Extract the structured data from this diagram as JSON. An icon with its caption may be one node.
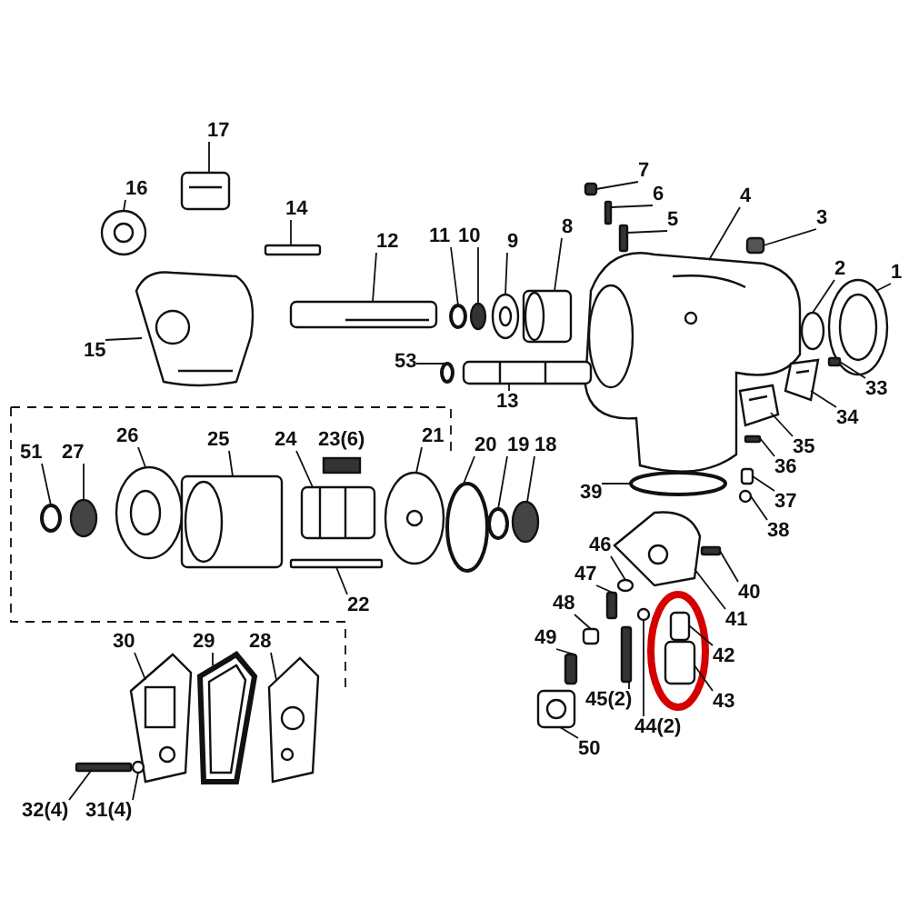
{
  "diagram": {
    "nodes": [
      {
        "text": [
          "17"
        ]
      },
      {
        "text": [
          "16"
        ]
      },
      {
        "text": [
          "14"
        ]
      },
      {
        "text": [
          "12"
        ]
      },
      {
        "text": [
          "11"
        ]
      },
      {
        "text": [
          "10"
        ]
      },
      {
        "text": [
          "9"
        ]
      },
      {
        "text": [
          "8"
        ]
      },
      {
        "text": [
          "7"
        ]
      },
      {
        "text": [
          "6"
        ]
      },
      {
        "text": [
          "5"
        ]
      },
      {
        "text": [
          "4"
        ]
      },
      {
        "text": [
          "3"
        ]
      },
      {
        "text": [
          "2"
        ]
      },
      {
        "text": [
          "1"
        ]
      },
      {
        "text": [
          "15"
        ]
      },
      {
        "text": [
          "33"
        ]
      },
      {
        "text": [
          "34"
        ]
      },
      {
        "text": [
          "53"
        ]
      },
      {
        "text": [
          "13"
        ]
      },
      {
        "text": [
          "35"
        ]
      },
      {
        "text": [
          "36"
        ]
      },
      {
        "text": [
          "51"
        ]
      },
      {
        "text": [
          "27"
        ]
      },
      {
        "text": [
          "26"
        ]
      },
      {
        "text": [
          "25"
        ]
      },
      {
        "text": [
          "24"
        ]
      },
      {
        "text": [
          "21"
        ]
      },
      {
        "text": [
          "20"
        ]
      },
      {
        "text": [
          "19"
        ]
      },
      {
        "text": [
          "18"
        ]
      },
      {
        "text": [
          "39"
        ]
      },
      {
        "text": [
          "37"
        ]
      },
      {
        "text": [
          "38"
        ]
      },
      {
        "text": [
          "46"
        ]
      },
      {
        "text": [
          "40"
        ]
      },
      {
        "text": [
          "47"
        ]
      },
      {
        "text": [
          "41"
        ]
      },
      {
        "text": [
          "22"
        ]
      },
      {
        "text": [
          "48"
        ]
      },
      {
        "text": [
          "42"
        ]
      },
      {
        "text": [
          "49"
        ]
      },
      {
        "text": [
          "30"
        ]
      },
      {
        "text": [
          "29"
        ]
      },
      {
        "text": [
          "28"
        ]
      },
      {
        "text": [
          "45(2)"
        ]
      },
      {
        "text": [
          "43"
        ]
      },
      {
        "text": [
          "44(2)"
        ]
      },
      {
        "text": [
          "50"
        ]
      },
      {
        "text": [
          "32(4)"
        ]
      },
      {
        "text": [
          "31(4)"
        ]
      },
      {
        "text": [],
        "shape": "box"
      },
      {
        "text": [],
        "shape": "circle"
      },
      {
        "text": [],
        "shape": "box"
      },
      {
        "text": [],
        "shape": "box"
      },
      {
        "text": [],
        "shape": "circle"
      },
      {
        "text": [],
        "shape": "circle"
      },
      {
        "text": [],
        "shape": "circle"
      },
      {
        "text": [],
        "shape": "box"
      },
      {
        "text": [],
        "shape": "box"
      },
      {
        "text": [],
        "shape": "box"
      },
      {
        "text": [],
        "shape": "box"
      },
      {
        "text": [],
        "shape": "picture"
      },
      {
        "text": [],
        "shape": "box"
      },
      {
        "text": [],
        "shape": "circle"
      },
      {
        "text": [],
        "shape": "circle"
      },
      {
        "text": [],
        "shape": "picture"
      },
      {
        "text": [],
        "shape": "box"
      },
      {
        "text": [],
        "shape": "picture"
      },
      {
        "text": [],
        "shape": "circle"
      },
      {
        "text": [],
        "shape": "box"
      },
      {
        "text": [],
        "shape": "picture"
      },
      {
        "text": [],
        "shape": "box"
      },
      {
        "text": [],
        "shape": "circle"
      },
      {
        "text": [],
        "shape": "circle"
      },
      {
        "text": [],
        "shape": "circle"
      },
      {
        "text": [],
        "shape": "box"
      },
      {
        "text": [],
        "shape": "box"
      },
      {
        "text": [],
        "shape": "circle"
      },
      {
        "text": [],
        "shape": "circle"
      },
      {
        "text": [],
        "shape": "circle"
      },
      {
        "text": [],
        "shape": "circle"
      },
      {
        "text": [],
        "shape": "circle"
      },
      {
        "text": [],
        "shape": "box"
      },
      {
        "text": [],
        "shape": "circle"
      },
      {
        "text": [],
        "shape": "circle"
      },
      {
        "text": [],
        "shape": "box"
      },
      {
        "text": [],
        "shape": "box"
      },
      {
        "text": [],
        "shape": "picture"
      },
      {
        "text": [],
        "shape": "box"
      },
      {
        "text": [],
        "shape": "box"
      },
      {
        "text": [],
        "shape": "box"
      },
      {
        "text": [],
        "shape": "box"
      },
      {
        "text": [],
        "shape": "picture"
      },
      {
        "text": [],
        "shape": "picture"
      },
      {
        "text": [],
        "shape": "picture"
      },
      {
        "text": [],
        "shape": "box"
      },
      {
        "text": [],
        "shape": "box"
      },
      {
        "text": [],
        "shape": "circle"
      },
      {
        "text": [],
        "shape": "box"
      },
      {
        "text": [],
        "shape": "box"
      },
      {
        "text": [],
        "shape": "circle"
      }
    ],
    "edges": [
      {
        "from": 0,
        "to": 51,
        "arrow": "none"
      },
      {
        "from": 1,
        "to": 52,
        "arrow": "none"
      },
      {
        "from": 2,
        "to": 53,
        "arrow": "none"
      },
      {
        "from": 3,
        "to": 54,
        "arrow": "none"
      },
      {
        "from": 4,
        "to": 55,
        "arrow": "none"
      },
      {
        "from": 5,
        "to": 56,
        "arrow": "none"
      },
      {
        "from": 6,
        "to": 57,
        "arrow": "none"
      },
      {
        "from": 7,
        "to": 58,
        "arrow": "none"
      },
      {
        "from": 8,
        "to": 59,
        "arrow": "none"
      },
      {
        "from": 9,
        "to": 60,
        "arrow": "none"
      },
      {
        "from": 10,
        "to": 61,
        "arrow": "none"
      },
      {
        "from": 11,
        "to": 62,
        "arrow": "none"
      },
      {
        "from": 12,
        "to": 63,
        "arrow": "none"
      },
      {
        "from": 13,
        "to": 64,
        "arrow": "none"
      },
      {
        "from": 14,
        "to": 65,
        "arrow": "none"
      },
      {
        "from": 15,
        "to": 66,
        "arrow": "none"
      },
      {
        "from": 16,
        "to": 67,
        "arrow": "none"
      },
      {
        "from": 17,
        "to": 68,
        "arrow": "none"
      },
      {
        "from": 18,
        "to": 69,
        "arrow": "none"
      },
      {
        "from": 19,
        "to": 70,
        "arrow": "none"
      },
      {
        "from": 20,
        "to": 71,
        "arrow": "none"
      },
      {
        "from": 21,
        "to": 72,
        "arrow": "none"
      },
      {
        "from": 22,
        "to": 73,
        "arrow": "none"
      },
      {
        "from": 23,
        "to": 74,
        "arrow": "none"
      },
      {
        "from": 24,
        "to": 75,
        "arrow": "none"
      },
      {
        "from": 25,
        "to": 76,
        "arrow": "none"
      },
      {
        "from": 26,
        "to": 77,
        "arrow": "none"
      },
      {
        "from": 27,
        "to": 78,
        "arrow": "none"
      },
      {
        "from": 28,
        "to": 79,
        "arrow": "none"
      },
      {
        "from": 29,
        "to": 80,
        "arrow": "none"
      },
      {
        "from": 30,
        "to": 81,
        "arrow": "none"
      },
      {
        "from": 31,
        "to": 82,
        "arrow": "none"
      },
      {
        "from": 32,
        "to": 83,
        "arrow": "none"
      },
      {
        "from": 33,
        "to": 84,
        "arrow": "none"
      },
      {
        "from": 34,
        "to": 85,
        "arrow": "none"
      },
      {
        "from": 35,
        "to": 86,
        "arrow": "none"
      },
      {
        "from": 36,
        "to": 87,
        "arrow": "none"
      },
      {
        "from": 37,
        "to": 88,
        "arrow": "none"
      },
      {
        "from": 38,
        "to": 89,
        "arrow": "none"
      },
      {
        "from": 39,
        "to": 90,
        "arrow": "none"
      },
      {
        "from": 40,
        "to": 91,
        "arrow": "none"
      },
      {
        "from": 41,
        "to": 92,
        "arrow": "none"
      },
      {
        "from": 42,
        "to": 93,
        "arrow": "none"
      },
      {
        "from": 43,
        "to": 94,
        "arrow": "none"
      },
      {
        "from": 44,
        "to": 95,
        "arrow": "none"
      },
      {
        "from": 45,
        "to": 96,
        "arrow": "none"
      },
      {
        "from": 46,
        "to": 97,
        "arrow": "none"
      },
      {
        "from": 47,
        "to": 98,
        "arrow": "none"
      },
      {
        "from": 48,
        "to": 99,
        "arrow": "none"
      },
      {
        "from": 49,
        "to": 100,
        "arrow": "none"
      },
      {
        "from": 50,
        "to": 101,
        "arrow": "none"
      }
    ],
    "labels": [
      "23(6)"
    ]
  }
}
